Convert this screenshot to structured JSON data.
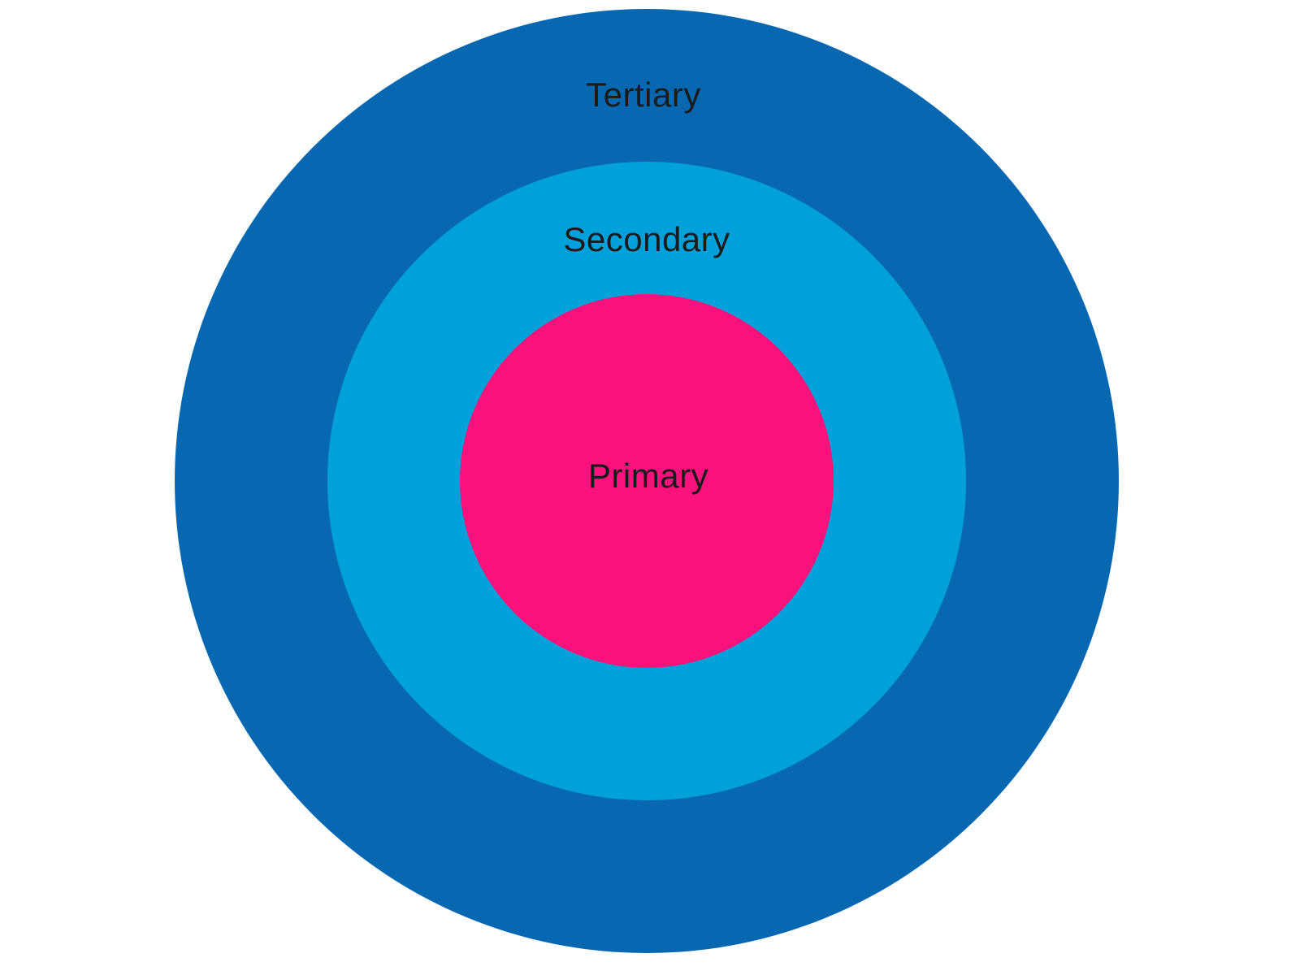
{
  "diagram": {
    "type": "concentric-circles",
    "background_color": "#FFFFFF",
    "label_text_color": "#1A1A1A",
    "rings": [
      {
        "label": "Tertiary",
        "color": "#0768B1"
      },
      {
        "label": "Secondary",
        "color": "#00A0DA"
      },
      {
        "label": "Primary",
        "color": "#F9127B"
      }
    ]
  }
}
